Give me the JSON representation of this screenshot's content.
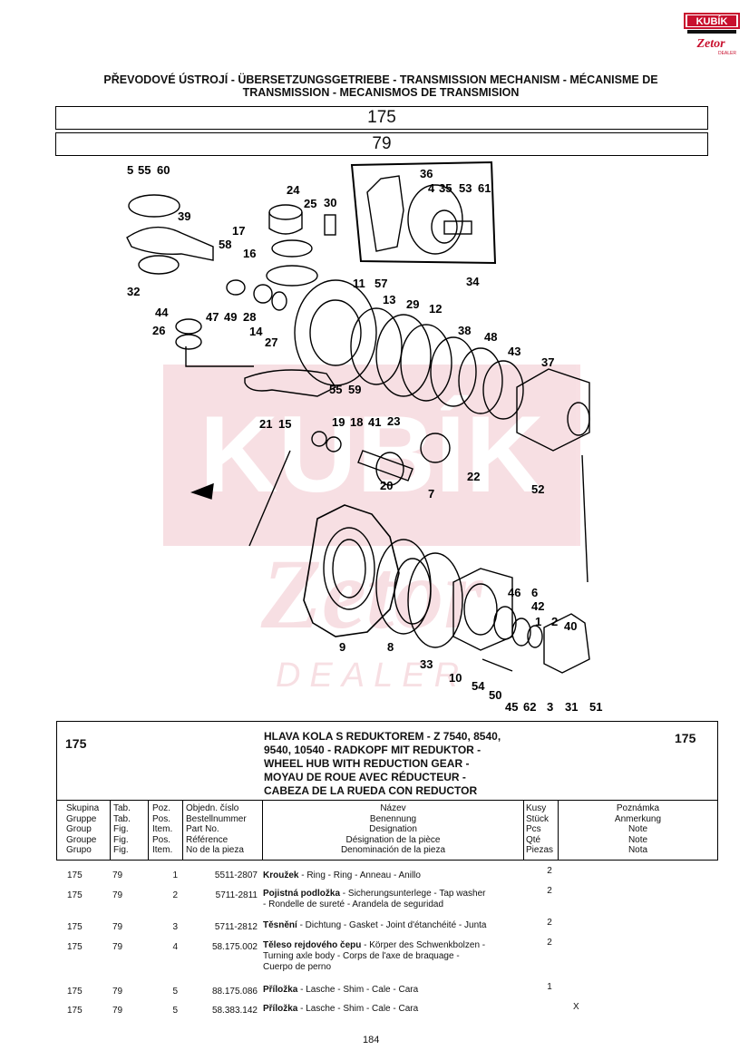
{
  "logo": {
    "brand": "KUBÍK",
    "sub_brand": "Zetor",
    "tag": "DEALER"
  },
  "watermark": {
    "brand": "KUBÍK",
    "sub_brand": "Zetor",
    "tag": "DEALER"
  },
  "header": {
    "title_line1": "PŘEVODOVÉ ÚSTROJÍ - ÜBERSETZUNGSGETRIEBE - TRANSMISSION MECHANISM - MÉCANISME DE",
    "title_line2": "TRANSMISSION - MECANISMOS DE TRANSMISION",
    "group_no": "175",
    "fig_no": "79"
  },
  "diagram": {
    "callouts": [
      "5",
      "55",
      "60",
      "39",
      "32",
      "24",
      "25",
      "30",
      "17",
      "58",
      "16",
      "36",
      "4",
      "35",
      "53",
      "61",
      "34",
      "11",
      "57",
      "13",
      "29",
      "12",
      "47",
      "49",
      "28",
      "14",
      "27",
      "44",
      "26",
      "38",
      "48",
      "43",
      "37",
      "21",
      "15",
      "55",
      "59",
      "19",
      "18",
      "41",
      "23",
      "22",
      "20",
      "7",
      "52",
      "46",
      "6",
      "42",
      "1",
      "2",
      "40",
      "9",
      "8",
      "33",
      "10",
      "54",
      "50",
      "45",
      "62",
      "3",
      "31",
      "51"
    ]
  },
  "group_block": {
    "group_left": "175",
    "group_right": "175",
    "title_lines": [
      "HLAVA KOLA S REDUKTOREM - Z 7540, 8540,",
      "9540, 10540 - RADKOPF MIT REDUKTOR -",
      "WHEEL HUB WITH REDUCTION GEAR -",
      "MOYAU DE ROUE AVEC RÉDUCTEUR -",
      "CABEZA DE LA RUEDA CON REDUCTOR"
    ]
  },
  "table_header": {
    "group": [
      "Skupina",
      "Gruppe",
      "Group",
      "Groupe",
      "Grupo"
    ],
    "tab": [
      "Tab.",
      "Tab.",
      "Fig.",
      "Fig.",
      "Fig."
    ],
    "pos": [
      "Poz.",
      "Pos.",
      "Item.",
      "Pos.",
      "Item."
    ],
    "part": [
      "Objedn. číslo",
      "Bestellnummer",
      "Part No.",
      "Référence",
      "No de la pieza"
    ],
    "name": [
      "Název",
      "Benennung",
      "Designation",
      "Désignation de la pièce",
      "Denominación de la pieza"
    ],
    "qty": [
      "Kusy",
      "Stück",
      "Pcs",
      "Qté",
      "Piezas"
    ],
    "note": [
      "Poznámka",
      "Anmerkung",
      "Note",
      "Note",
      "Nota"
    ]
  },
  "rows": [
    {
      "group": "175",
      "tab": "79",
      "pos": "1",
      "part": "5511-2807",
      "name_bold": "Kroužek",
      "name_rest": " - Ring - Ring - Anneau - Anillo",
      "name_line2": "",
      "name_line3": "",
      "qty": "2",
      "note": ""
    },
    {
      "group": "175",
      "tab": "79",
      "pos": "2",
      "part": "5711-2811",
      "name_bold": "Pojistná podložka",
      "name_rest": " - Sicherungsunterlege - Tap washer",
      "name_line2": "- Rondelle de sureté - Arandela de seguridad",
      "name_line3": "",
      "qty": "2",
      "note": ""
    },
    {
      "group": "175",
      "tab": "79",
      "pos": "3",
      "part": "5711-2812",
      "name_bold": "Těsnění",
      "name_rest": " - Dichtung - Gasket - Joint d'étanchéité - Junta",
      "name_line2": "",
      "name_line3": "",
      "qty": "2",
      "note": ""
    },
    {
      "group": "175",
      "tab": "79",
      "pos": "4",
      "part": "58.175.002",
      "name_bold": "Těleso rejdového čepu",
      "name_rest": " - Körper des Schwenkbolzen -",
      "name_line2": "Turning axle body - Corps de l'axe de braquage -",
      "name_line3": "Cuerpo de perno",
      "qty": "2",
      "note": ""
    },
    {
      "group": "175",
      "tab": "79",
      "pos": "5",
      "part": "88.175.086",
      "name_bold": "Příložka",
      "name_rest": " - Lasche - Shim - Cale - Cara",
      "name_line2": "",
      "name_line3": "",
      "qty": "1",
      "note": ""
    },
    {
      "group": "175",
      "tab": "79",
      "pos": "5",
      "part": "58.383.142",
      "name_bold": "Příložka",
      "name_rest": " - Lasche - Shim - Cale - Cara",
      "name_line2": "",
      "name_line3": "",
      "qty": "",
      "note": "X"
    }
  ],
  "footer": {
    "page_number": "184"
  }
}
